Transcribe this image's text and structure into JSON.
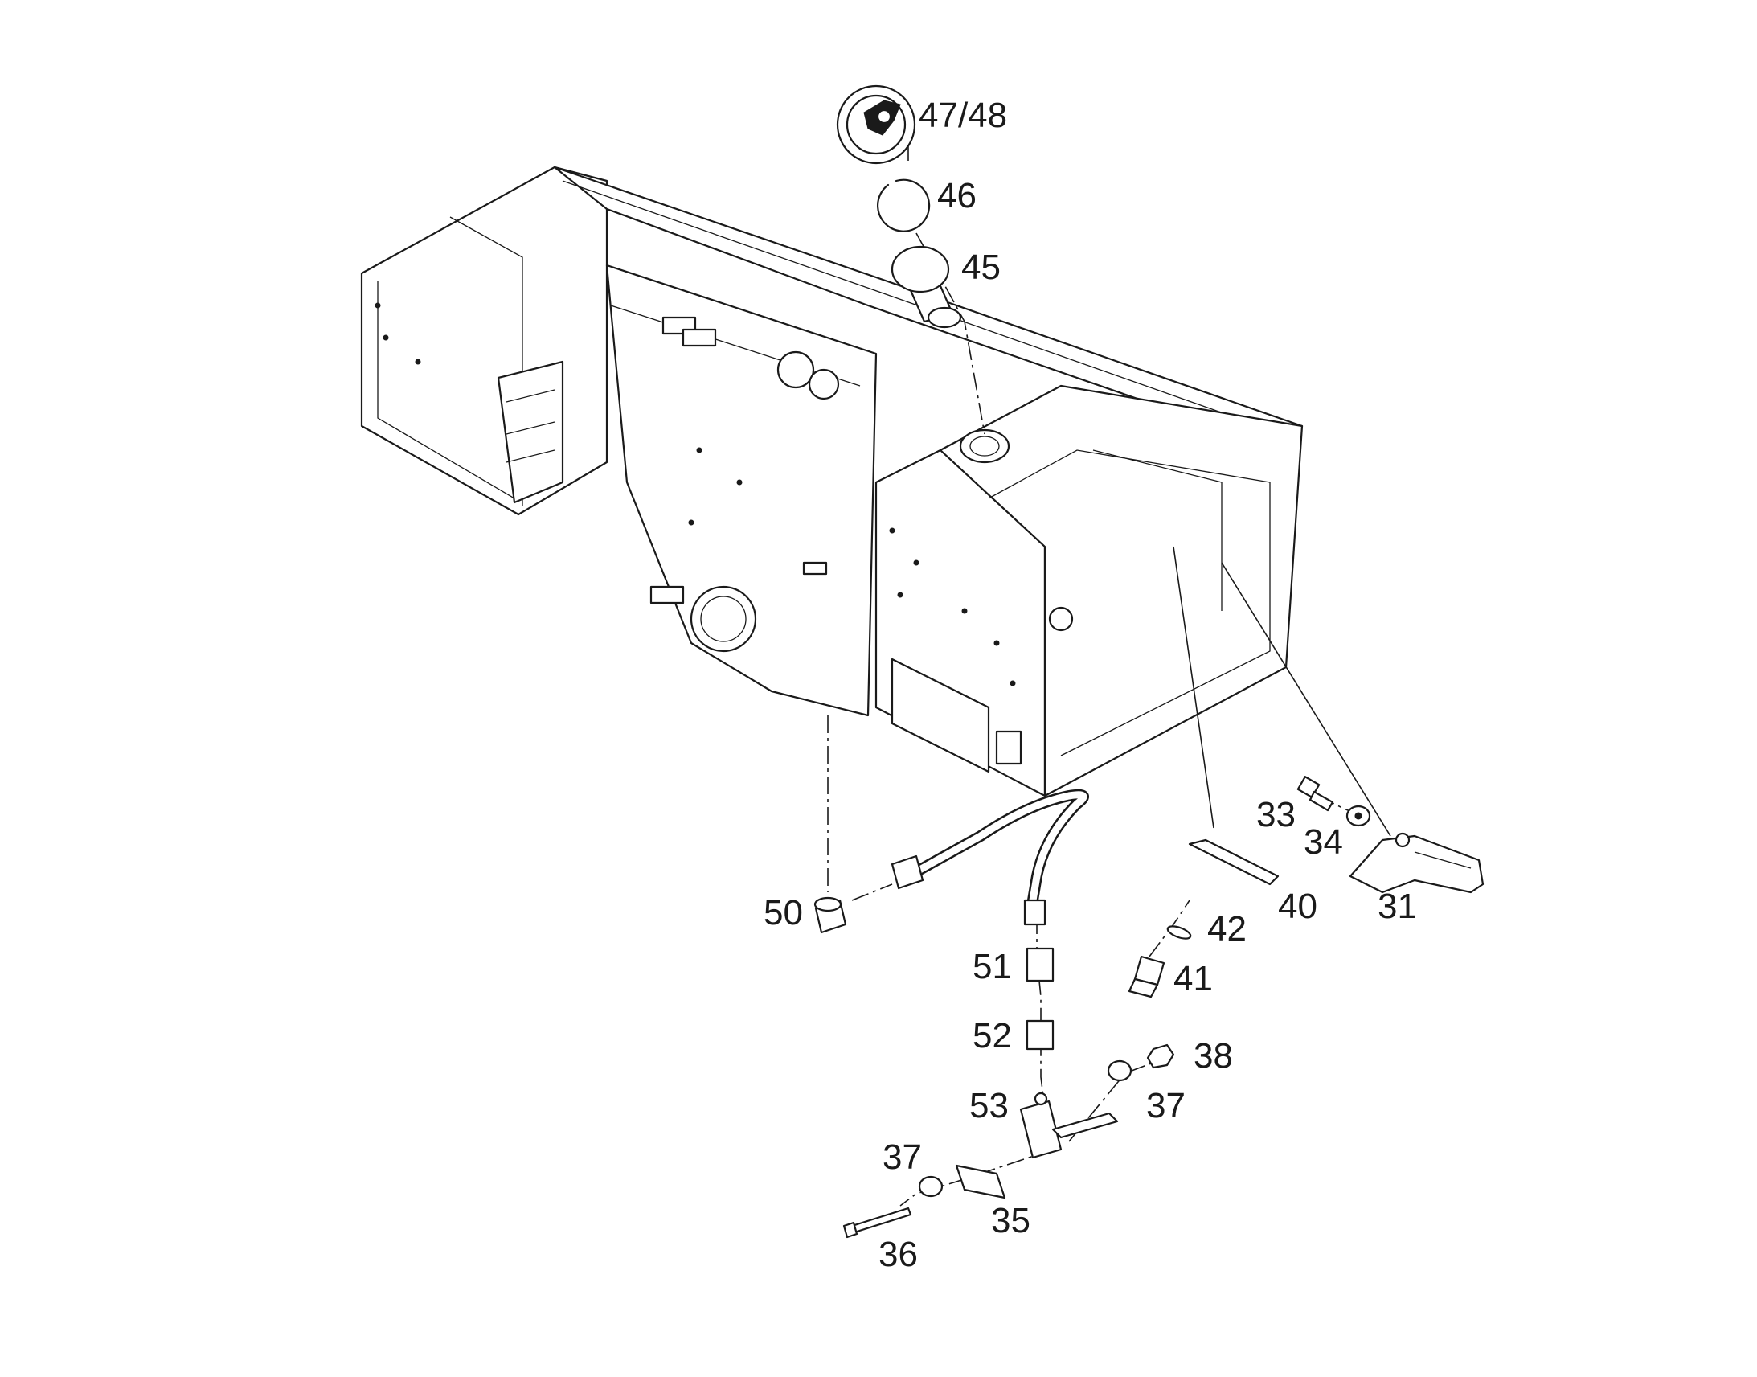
{
  "callouts": {
    "c47_48": "47/48",
    "c46": "46",
    "c45": "45",
    "c33": "33",
    "c34": "34",
    "c31": "31",
    "c40": "40",
    "c42": "42",
    "c41": "41",
    "c50": "50",
    "c51": "51",
    "c52": "52",
    "c38": "38",
    "c53": "53",
    "c37a": "37",
    "c37b": "37",
    "c35": "35",
    "c36": "36"
  },
  "colors": {
    "ink": "#1a1a1a",
    "background": "#ffffff"
  }
}
